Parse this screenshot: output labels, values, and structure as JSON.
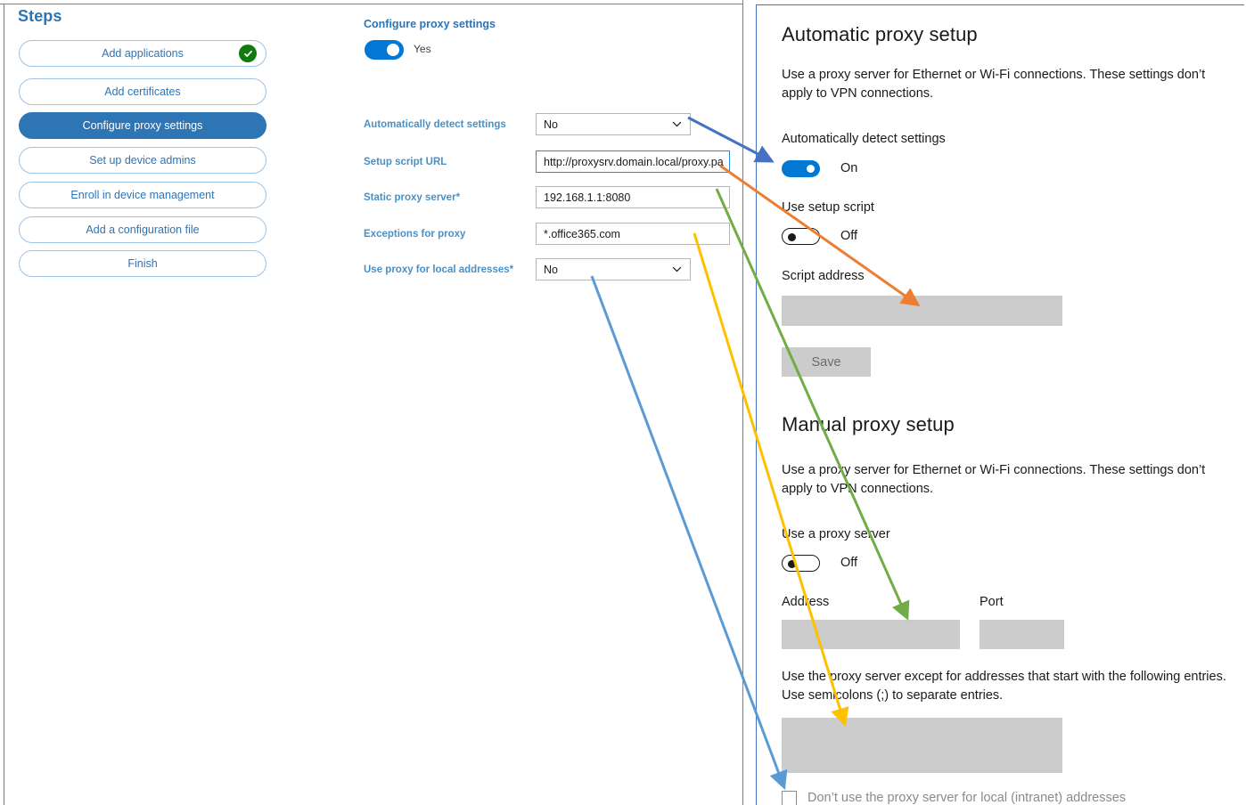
{
  "left_panel": {
    "title": "Steps",
    "steps": [
      {
        "label": "Add applications",
        "state": "complete",
        "icon": "check-circle-icon"
      },
      {
        "label": "Add certificates",
        "state": "default"
      },
      {
        "label": "Configure proxy settings",
        "state": "active"
      },
      {
        "label": "Set up device admins",
        "state": "default"
      },
      {
        "label": "Enroll in device management",
        "state": "default"
      },
      {
        "label": "Add a configuration file",
        "state": "default"
      },
      {
        "label": "Finish",
        "state": "default"
      }
    ]
  },
  "form": {
    "heading": "Configure proxy settings",
    "master_toggle": {
      "value": "Yes",
      "state": "on"
    },
    "fields": [
      {
        "label": "Automatically detect settings",
        "required": false,
        "type": "select",
        "value": "No",
        "icon": "chevron-down-icon"
      },
      {
        "label": "Setup script URL",
        "required": false,
        "type": "text",
        "value": "http://proxysrv.domain.local/proxy.pa",
        "focused": true
      },
      {
        "label": "Static proxy server",
        "required": true,
        "type": "text",
        "value": "192.168.1.1:8080",
        "focused": false
      },
      {
        "label": "Exceptions for proxy",
        "required": false,
        "type": "text",
        "value": "*.office365.com",
        "focused": false
      },
      {
        "label": "Use proxy for local addresses",
        "required": true,
        "type": "select",
        "value": "No",
        "icon": "chevron-down-icon"
      }
    ],
    "required_marker": "*"
  },
  "settings_panel": {
    "automatic": {
      "heading": "Automatic proxy setup",
      "description": "Use a proxy server for Ethernet or Wi-Fi connections. These settings don’t apply to VPN connections.",
      "auto_detect_label": "Automatically detect settings",
      "auto_detect_state": "On",
      "setup_script_label": "Use setup script",
      "setup_script_state": "Off",
      "script_address_label": "Script address",
      "script_address_value": "",
      "save_label": "Save"
    },
    "manual": {
      "heading": "Manual proxy setup",
      "description": "Use a proxy server for Ethernet or Wi-Fi connections. These settings don’t apply to VPN connections.",
      "use_proxy_label": "Use a proxy server",
      "use_proxy_state": "Off",
      "address_label": "Address",
      "address_value": "",
      "port_label": "Port",
      "port_value": "",
      "exceptions_description": "Use the proxy server except for addresses that start with the following entries. Use semicolons (;) to separate entries.",
      "exceptions_value": "",
      "bypass_local_label": "Don’t use the proxy server for local (intranet) addresses",
      "bypass_local_checked": false
    }
  },
  "annotations": {
    "arrows": [
      {
        "name": "arrow-auto-detect",
        "color": "#4472C4",
        "from_field": "Automatically detect settings",
        "to_target": "Automatically detect settings toggle"
      },
      {
        "name": "arrow-setup-script-url",
        "color": "#ED7D31",
        "from_field": "Setup script URL",
        "to_target": "Script address"
      },
      {
        "name": "arrow-static-proxy-server",
        "color": "#70AD47",
        "from_field": "Static proxy server",
        "to_target": "Address"
      },
      {
        "name": "arrow-exceptions-for-proxy",
        "color": "#FFC000",
        "from_field": "Exceptions for proxy",
        "to_target": "Exceptions entries box"
      },
      {
        "name": "arrow-use-proxy-local",
        "color": "#5B9BD5",
        "from_field": "Use proxy for local addresses",
        "to_target": "Don’t use the proxy server for local (intranet) addresses"
      }
    ]
  },
  "colors": {
    "accent_blue": "#2E75B6",
    "label_blue": "#4A90C4",
    "ms_toggle_blue": "#0078D4",
    "complete_green": "#107C10",
    "field_gray": "#CCCCCC",
    "panel_border": "#4472C4"
  }
}
